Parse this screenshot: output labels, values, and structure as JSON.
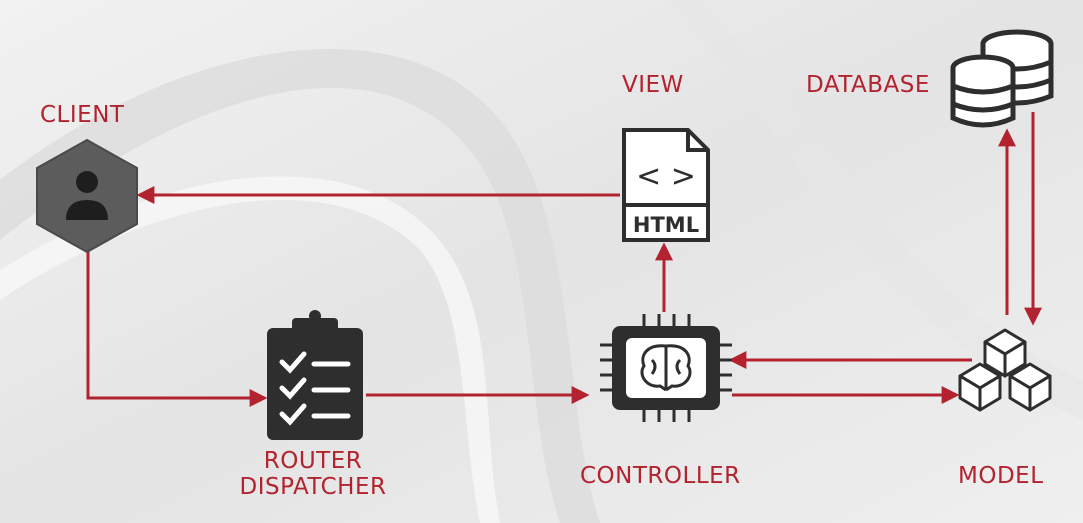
{
  "labels": {
    "client": "CLIENT",
    "view": "VIEW",
    "database": "DATABASE",
    "router_line1": "ROUTER",
    "router_line2": "DISPATCHER",
    "controller": "CONTROLLER",
    "model": "MODEL"
  },
  "icons": {
    "client": "user-icon",
    "view": "html-file-icon",
    "view_badge": "HTML",
    "view_code": "< >",
    "database": "database-icon",
    "router": "clipboard-checklist-icon",
    "controller": "ai-chip-icon",
    "model": "cubes-icon"
  },
  "colors": {
    "accent": "#b2232f",
    "icon": "#2e2e2e",
    "client_hex": "#5c5c5c",
    "background": "#ececec"
  }
}
